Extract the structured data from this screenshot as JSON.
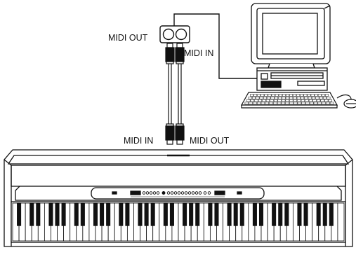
{
  "labels": {
    "interface_midi_out": "MIDI OUT",
    "interface_midi_in": "MIDI IN",
    "piano_midi_in": "MIDI IN",
    "piano_midi_out": "MIDI OUT"
  },
  "colors": {
    "line": "#111111",
    "background": "#ffffff",
    "key_white": "#ffffff",
    "key_black": "#111111",
    "panel_gray": "#d8d8d8"
  },
  "icons": [
    "computer-icon",
    "midi-interface-icon",
    "mouse-icon",
    "keyboard-icon",
    "digital-piano-icon"
  ]
}
